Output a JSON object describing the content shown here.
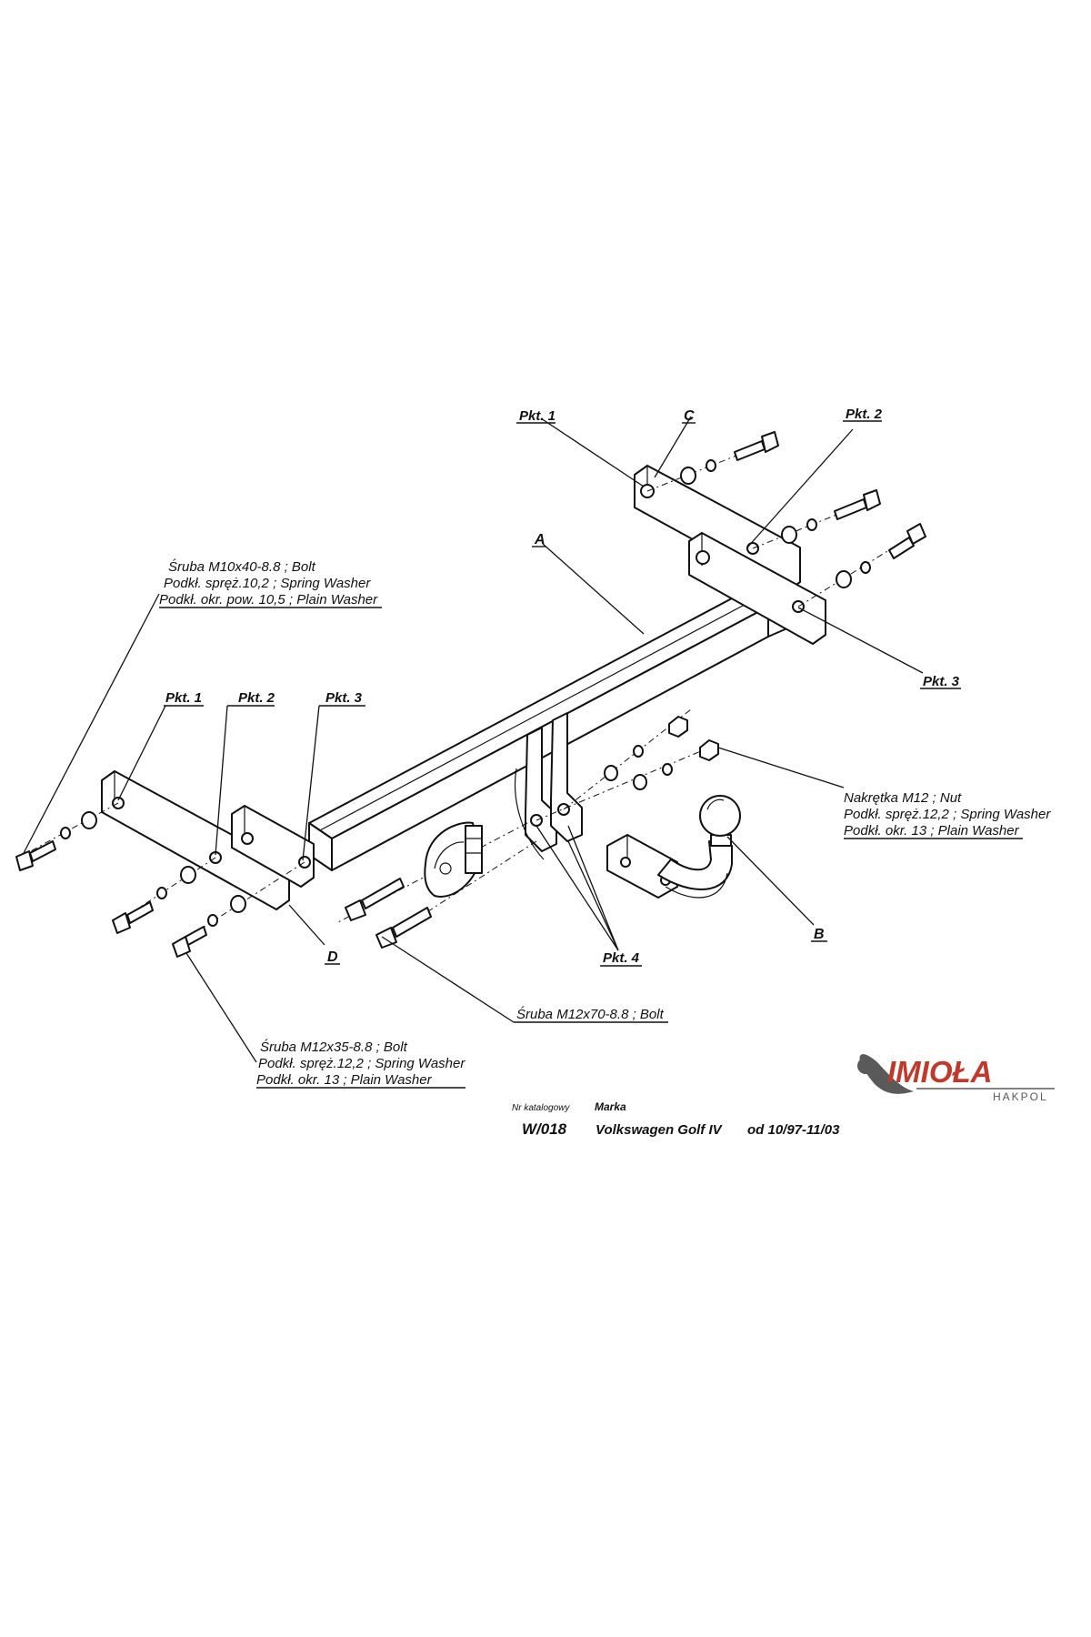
{
  "labels": {
    "A": "A",
    "B": "B",
    "C": "C",
    "D": "D",
    "pkt1": "Pkt. 1",
    "pkt2": "Pkt. 2",
    "pkt3": "Pkt. 3",
    "pkt4": "Pkt. 4"
  },
  "notes": {
    "bolt_m10": [
      "Śruba M10x40-8.8 ;  Bolt",
      "Podkł. spręż.10,2 ; Spring Washer",
      "Podkł. okr. pow. 10,5 ; Plain Washer"
    ],
    "nut_m12": [
      "Nakrętka  M12 ; Nut",
      "Podkł. spręż.12,2 ; Spring Washer",
      "Podkł. okr. 13 ; Plain Washer"
    ],
    "bolt_m12x70": [
      "Śruba M12x70-8.8 ;  Bolt"
    ],
    "bolt_m12x35": [
      "Śruba M12x35-8.8 ;  Bolt",
      "Podkł. spręż.12,2 ; Spring Washer",
      "Podkł. okr. 13 ; Plain Washer"
    ]
  },
  "footer": {
    "catalog_label": "Nr katalogowy",
    "brand_label": "Marka",
    "catalog_no": "W/018",
    "model": "Volkswagen Golf IV",
    "years": "od  10/97-11/03"
  },
  "logo": {
    "name": "IMIOŁA",
    "sub": "HAKPOL",
    "accent": "#c0392b",
    "grey": "#5a5a5a"
  }
}
